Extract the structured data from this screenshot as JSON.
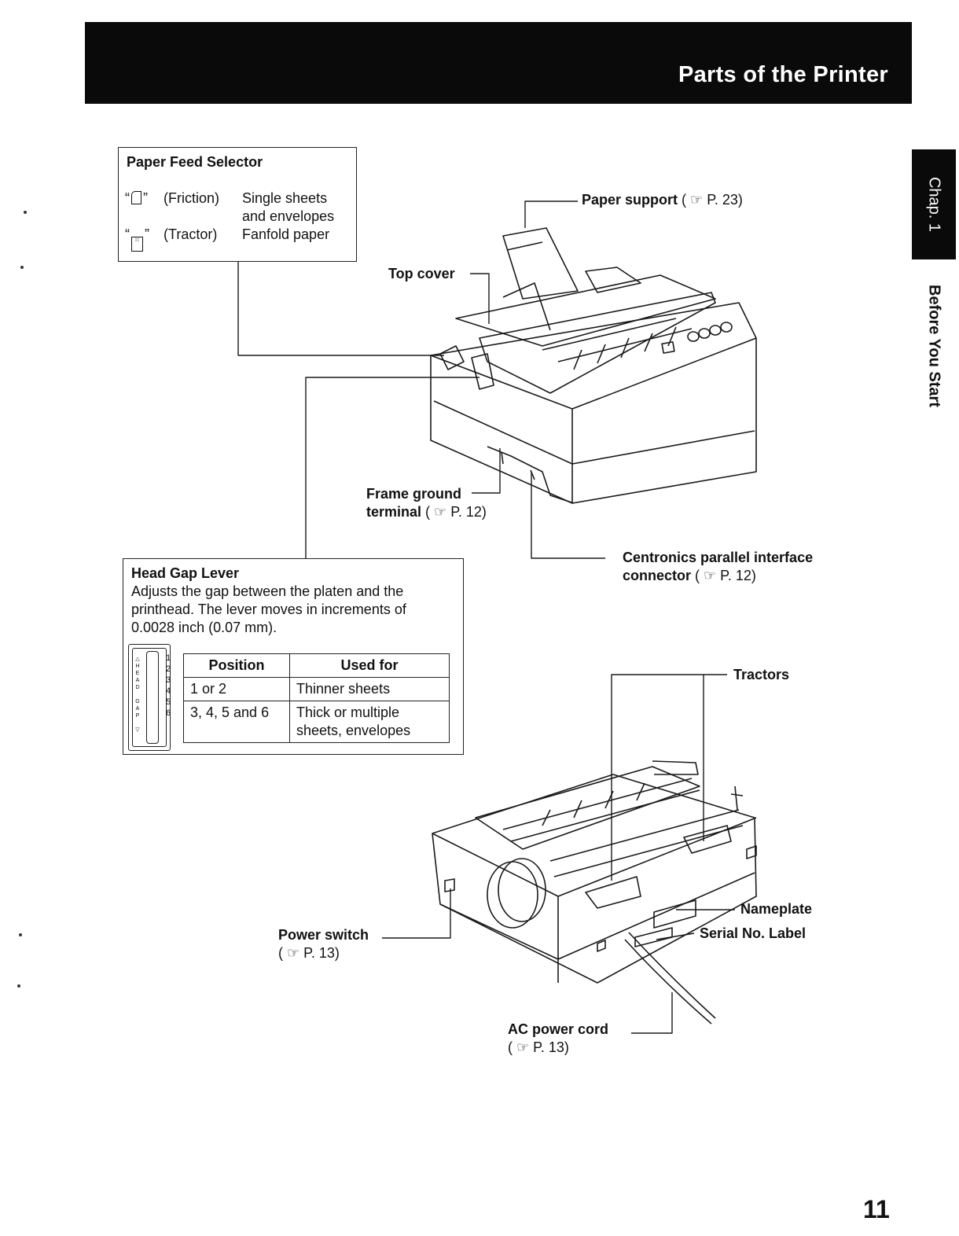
{
  "header": {
    "title": "Parts of the Printer"
  },
  "side_tab": {
    "chapter": "Chap. 1",
    "section": "Before You Start"
  },
  "paper_feed_selector": {
    "title": "Paper Feed Selector",
    "rows": [
      {
        "symbol_icon": "single-sheet-icon",
        "mode": "(Friction)",
        "use_line1": "Single sheets",
        "use_line2": "and envelopes"
      },
      {
        "symbol_icon": "tractor-feed-icon",
        "mode": "(Tractor)",
        "use_line1": "Fanfold paper",
        "use_line2": ""
      }
    ]
  },
  "callouts": {
    "paper_support": {
      "label": "Paper support",
      "ref": "P. 23"
    },
    "top_cover": {
      "label": "Top cover"
    },
    "frame_ground": {
      "label_line1": "Frame ground",
      "label_line2": "terminal",
      "ref": "P. 12"
    },
    "centronics": {
      "label_line1": "Centronics parallel interface",
      "label_line2": "connector",
      "ref": "P. 12"
    },
    "tractors": {
      "label": "Tractors"
    },
    "nameplate": {
      "label": "Nameplate"
    },
    "serial_label": {
      "label": "Serial No. Label"
    },
    "power_switch": {
      "label": "Power switch",
      "ref": "P. 13"
    },
    "ac_power_cord": {
      "label": "AC power cord",
      "ref": "P. 13"
    }
  },
  "head_gap_lever": {
    "title": "Head Gap Lever",
    "description_lines": [
      "Adjusts the gap between the platen and the",
      "printhead. The lever moves in increments of",
      "0.0028 inch (0.07 mm)."
    ],
    "scale_numbers": [
      "1",
      "2",
      "3",
      "4",
      "5",
      "6"
    ],
    "table": {
      "headers": [
        "Position",
        "Used for"
      ],
      "rows": [
        {
          "position": "1 or 2",
          "used_for_line1": "Thinner sheets",
          "used_for_line2": ""
        },
        {
          "position": "3, 4, 5 and 6",
          "used_for_line1": "Thick or multiple",
          "used_for_line2": "sheets, envelopes"
        }
      ]
    }
  },
  "page_number": "11"
}
